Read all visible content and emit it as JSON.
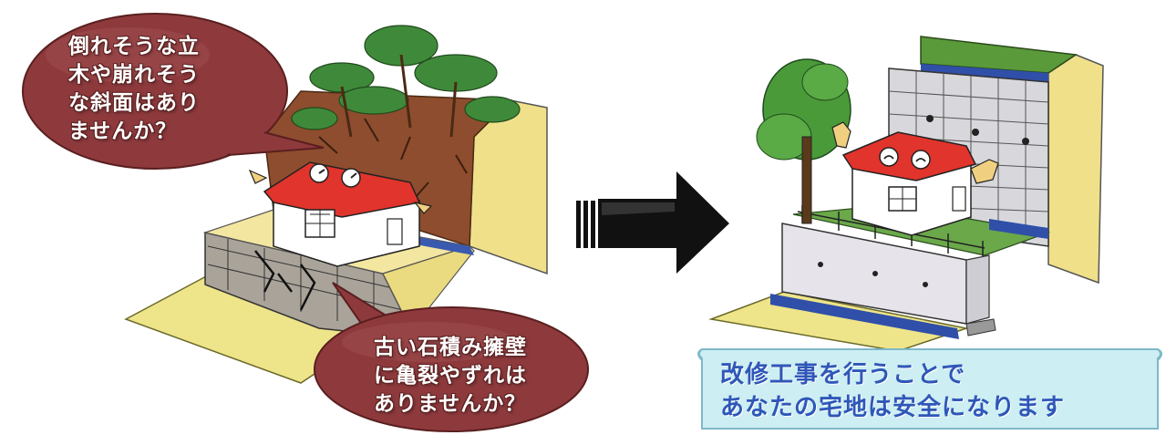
{
  "left_scene": {
    "bubble_top": {
      "lines": [
        "倒れそうな立",
        "木や崩れそう",
        "な斜面はあり",
        "ませんか？"
      ]
    },
    "bubble_bottom": {
      "lines": [
        "古い石積み擁壁",
        "に亀裂やずれは",
        "ありませんか？"
      ]
    }
  },
  "banner": {
    "lines": [
      "改修工事を行うことで",
      "あなたの宅地は安全になります"
    ]
  },
  "colors": {
    "bubble_fill": "#8e3a3d",
    "banner_fill": "#cdeef2",
    "banner_text": "#2f57b8",
    "roof_red": "#e0302c",
    "grass_green": "#5a9a3a",
    "soil_brown": "#8a4a2a",
    "sand_yellow": "#e8e07a"
  },
  "icons": [
    "arrow-right-icon"
  ]
}
